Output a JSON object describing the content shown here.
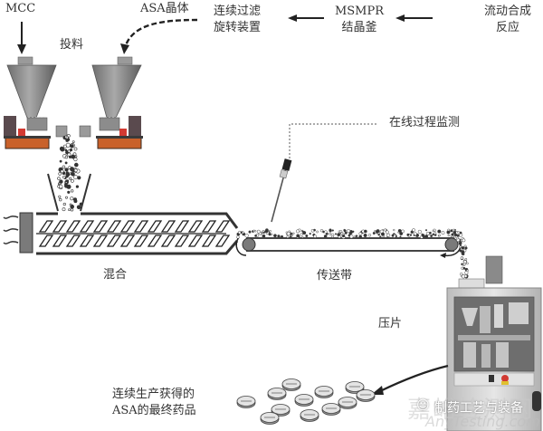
{
  "diagram": {
    "title": "ASA continuous manufacturing process",
    "labels": {
      "mcc": "MCC",
      "asa_crystal": "ASA晶体",
      "feeding": "投料",
      "filter_line1": "连续过滤",
      "filter_line2": "旋转装置",
      "msmpr_line1": "MSMPR",
      "msmpr_line2": "结晶釜",
      "flow_line1": "流动合成",
      "flow_line2": "反应",
      "online_monitor": "在线过程监测",
      "mixing": "混合",
      "conveyor": "传送带",
      "tableting": "压片",
      "final_line1": "连续生产获得的",
      "final_line2": "ASA的最终药品"
    },
    "watermark": {
      "cn_big": "嘉峪检测网",
      "account": "制药工艺与装备",
      "en": "AnyTesting.com"
    },
    "colors": {
      "hopper": "#8a8a8a",
      "base": "#c9612a",
      "motor": "#5a4a4e",
      "red": "#d23a32",
      "line": "#2b2b2b"
    }
  }
}
